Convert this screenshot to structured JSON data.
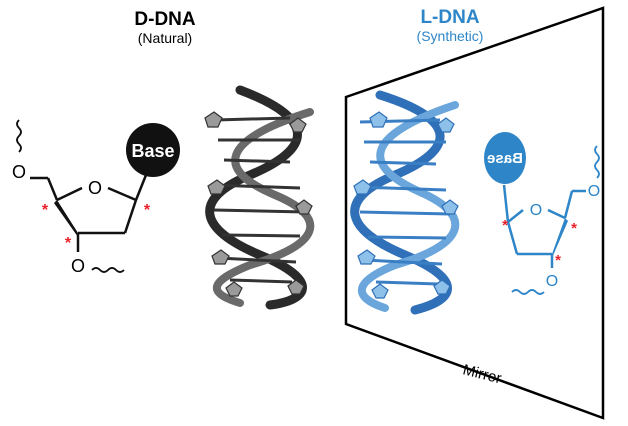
{
  "left": {
    "title": "D-DNA",
    "subtitle": "(Natural)",
    "base_label": "Base",
    "atom_o": "O",
    "stereo_mark": "*"
  },
  "right": {
    "title": "L-DNA",
    "subtitle": "(Synthetic)",
    "base_label": "Base",
    "atom_o": "O",
    "stereo_mark": "*"
  },
  "mirror_label": "Mirror",
  "colors": {
    "natural": "#111111",
    "synthetic": "#2e86c9",
    "stereo": "#e8202a",
    "helix_dark": "#3a3a3a",
    "helix_blue": "#3a7fc4"
  }
}
